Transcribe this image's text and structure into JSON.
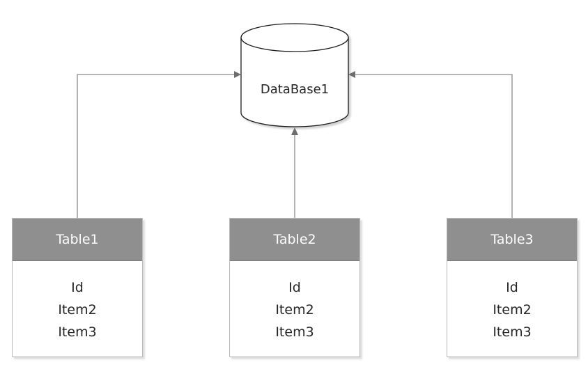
{
  "database": {
    "label": "DataBase1"
  },
  "tables": [
    {
      "title": "Table1",
      "fields": [
        "Id",
        "Item2",
        "Item3"
      ]
    },
    {
      "title": "Table2",
      "fields": [
        "Id",
        "Item2",
        "Item3"
      ]
    },
    {
      "title": "Table3",
      "fields": [
        "Id",
        "Item2",
        "Item3"
      ]
    }
  ],
  "colors": {
    "header": "#8f8f8f",
    "connector": "#8a8a8a",
    "border": "#b9b9b9"
  }
}
